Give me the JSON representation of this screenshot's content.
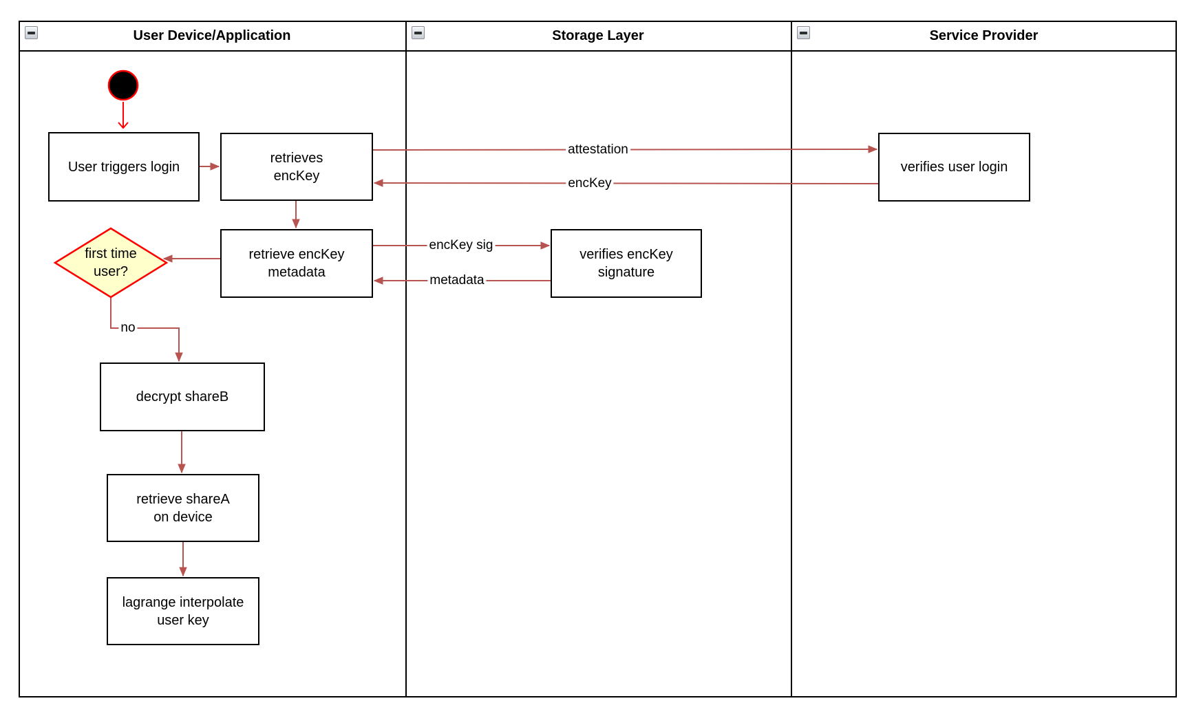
{
  "diagram": {
    "kind": "swimlane-activity-diagram",
    "palette": {
      "connector": "#B85450",
      "highlight_red": "#FF0000",
      "decision_fill": "#FFFFCC",
      "shape_border": "#000000",
      "shape_fill": "#FFFFFF"
    },
    "lanes": [
      {
        "title": "User Device/Application"
      },
      {
        "title": "Storage Layer"
      },
      {
        "title": "Service Provider"
      }
    ],
    "nodes": {
      "start": {
        "type": "initial-state"
      },
      "user_triggers_login": {
        "label": "User triggers login"
      },
      "retrieves_enckey": {
        "label": "retrieves\nencKey"
      },
      "retrieve_enckey_metadata": {
        "label": "retrieve encKey\nmetadata"
      },
      "first_time_user": {
        "label": "first time\nuser?",
        "shape": "decision"
      },
      "decrypt_shareb": {
        "label": "decrypt shareB"
      },
      "retrieve_sharea": {
        "label": "retrieve shareA\non device"
      },
      "lagrange_interpolate": {
        "label": "lagrange interpolate\nuser key"
      },
      "verifies_enckey_signature": {
        "label": "verifies encKey\nsignature"
      },
      "verifies_user_login": {
        "label": "verifies user login"
      }
    },
    "edge_labels": {
      "attestation": "attestation",
      "enckey": "encKey",
      "enckey_sig": "encKey sig",
      "metadata": "metadata",
      "no": "no"
    }
  }
}
